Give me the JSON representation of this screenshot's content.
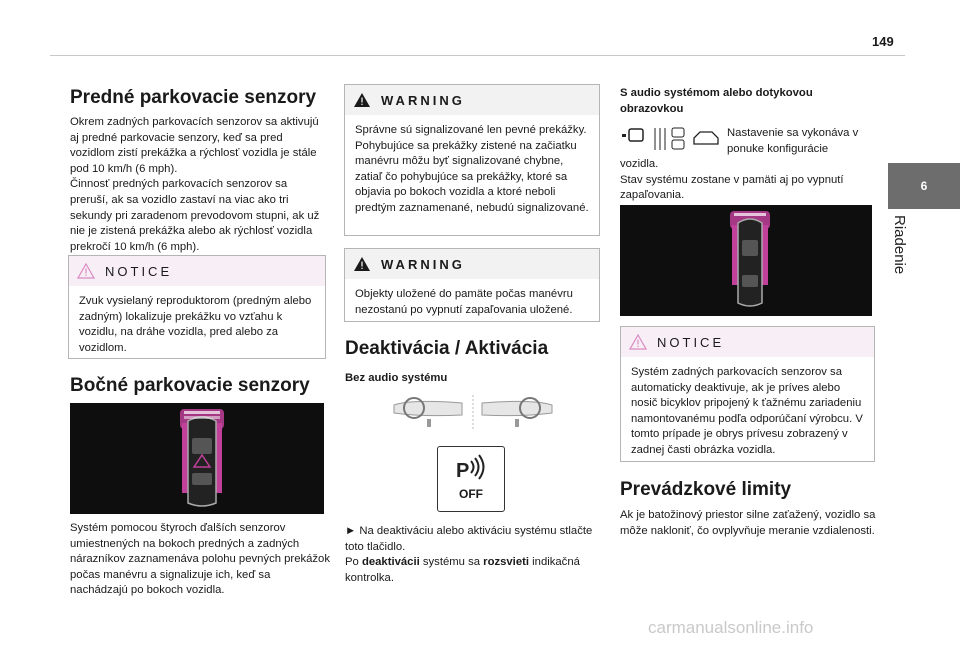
{
  "page_number": "149",
  "side_tab": {
    "number": "6",
    "label": "Riadenie"
  },
  "col1": {
    "h1": "Predné parkovacie senzory",
    "p1": "Okrem zadných parkovacích senzorov sa aktivujú aj predné parkovacie senzory, keď sa pred vozidlom zistí prekážka a rýchlosť vozidla je stále pod 10 km/h (6 mph).",
    "p2": "Činnosť predných parkovacích senzorov sa preruší, ak sa vozidlo zastaví na viac ako tri sekundy pri zaradenom prevodovom stupni, ak už nie je zistená prekážka alebo ak rýchlosť vozidla prekročí 10 km/h (6 mph).",
    "notice_title": "NOTICE",
    "notice_text": "Zvuk vysielaný reproduktorom (predným alebo zadným) lokalizuje prekážku vo vzťahu k vozidlu, na dráhe vozidla, pred alebo za vozidlom.",
    "h2": "Bočné parkovacie senzory",
    "caption": "Systém pomocou štyroch ďalších senzorov umiestnených na bokoch predných a zadných nárazníkov zaznamenáva polohu pevných prekážok počas manévru a signalizuje ich, keď sa nachádzajú po bokoch vozidla."
  },
  "col2": {
    "warning1_title": "WARNING",
    "warning1_text": "Správne sú signalizované len pevné prekážky. Pohybujúce sa prekážky zistené na začiatku manévru môžu byť signalizované chybne, zatiaľ čo pohybujúce sa prekážky, ktoré sa objavia po bokoch vozidla a ktoré neboli predtým zaznamenané, nebudú signalizované.",
    "warning2_title": "WARNING",
    "warning2_text": "Objekty uložené do pamäte počas manévru nezostanú po vypnutí zapaľovania uložené.",
    "h": "Deaktivácia / Aktivácia",
    "sub": "Bez audio systému",
    "button_label": "OFF",
    "instr1": "► Na deaktiváciu alebo aktiváciu systému stlačte toto tlačidlo.",
    "instr2_a": "Po ",
    "instr2_b": "deaktivácii",
    "instr2_c": " systému sa ",
    "instr2_d": "rozsvieti",
    "instr2_e": " indikačná kontrolka."
  },
  "col3": {
    "sub": "S audio systémom alebo dotykovou obrazovkou",
    "icon_text": "Nastavenie sa vykonáva v ponuke konfigurácie",
    "p1": "vozidla.",
    "p2": "Stav systému zostane v pamäti aj po vypnutí zapaľovania.",
    "notice_title": "NOTICE",
    "notice_text": "Systém zadných parkovacích senzorov sa automaticky deaktivuje, ak je príves alebo nosič bicyklov pripojený k ťažnému zariadeniu namontovanému podľa odporúčaní výrobcu. V tomto prípade je obrys prívesu zobrazený v zadnej časti obrázka vozidla.",
    "h": "Prevádzkové limity",
    "p3": "Ak je batožinový priestor silne zaťažený, vozidlo sa môže nakloniť, čo ovplyvňuje meranie vzdialenosti."
  },
  "watermark": "carmanualsonline.info",
  "colors": {
    "magenta": "#c0409a",
    "tab": "#6d6d6d",
    "warning_bg": "#f2f2f2",
    "notice_bg": "#f8eef6"
  }
}
